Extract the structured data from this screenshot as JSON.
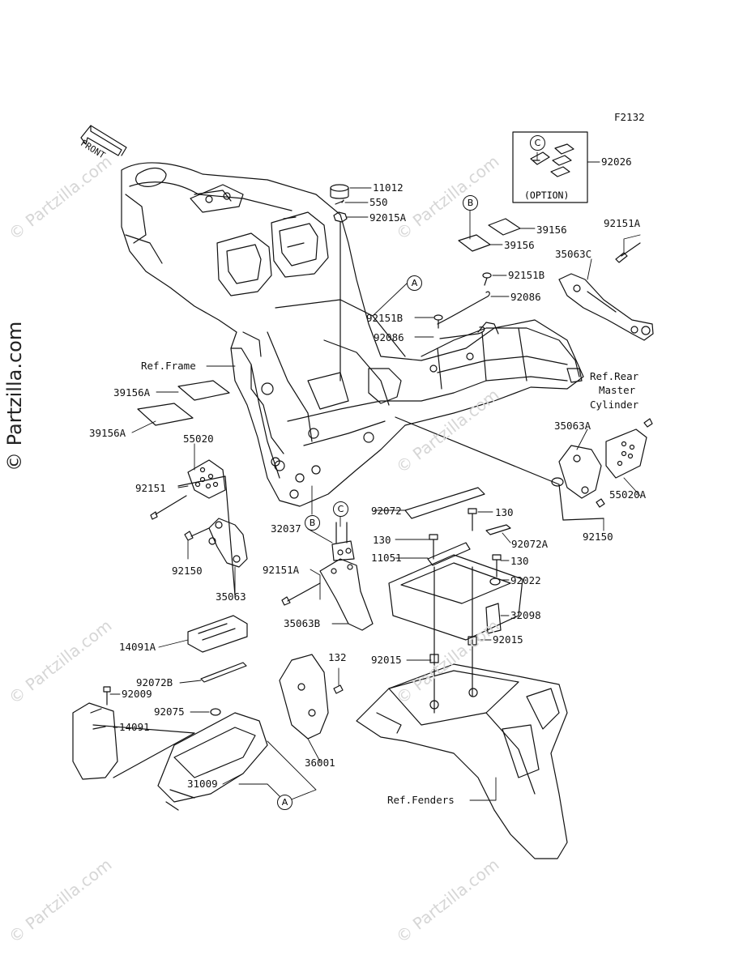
{
  "figure_code": "F2132",
  "front_label": "FRONT",
  "watermark_side": "© Partzilla.com",
  "watermark_tile": "© Partzilla.com",
  "option_label": "(OPTION)",
  "circle_refs": {
    "a1": "A",
    "a2": "A",
    "b1": "B",
    "b2": "B",
    "c1": "C",
    "c2": "C"
  },
  "parts": {
    "p11012": "11012",
    "p550": "550",
    "p92015A": "92015A",
    "p92026": "92026",
    "p39156_1": "39156",
    "p39156_2": "39156",
    "p92151A_top": "92151A",
    "p35063C": "35063C",
    "p92151B_1": "92151B",
    "p92086_1": "92086",
    "p92151B_2": "92151B",
    "p92086_2": "92086",
    "ref_frame": "Ref.Frame",
    "p39156A_1": "39156A",
    "p39156A_2": "39156A",
    "ref_rear_1": "Ref.Rear",
    "ref_rear_2": "Master",
    "ref_rear_3": "Cylinder",
    "p55020": "55020",
    "p35063A": "35063A",
    "p92151": "92151",
    "p55020A": "55020A",
    "p92072": "92072",
    "p130_1": "130",
    "p92150_right": "92150",
    "p130_2": "130",
    "p92072A": "92072A",
    "p32037": "32037",
    "p11051": "11051",
    "p130_3": "130",
    "p92150_left": "92150",
    "p92151A_mid": "92151A",
    "p92022": "92022",
    "p35063": "35063",
    "p32098": "32098",
    "p35063B": "35063B",
    "p14091A": "14091A",
    "p92015": "92015",
    "p92015_2": "92015",
    "p132": "132",
    "p92072B": "92072B",
    "p92009": "92009",
    "p92075": "92075",
    "p14091": "14091",
    "p36001": "36001",
    "p31009": "31009",
    "ref_fenders": "Ref.Fenders"
  }
}
